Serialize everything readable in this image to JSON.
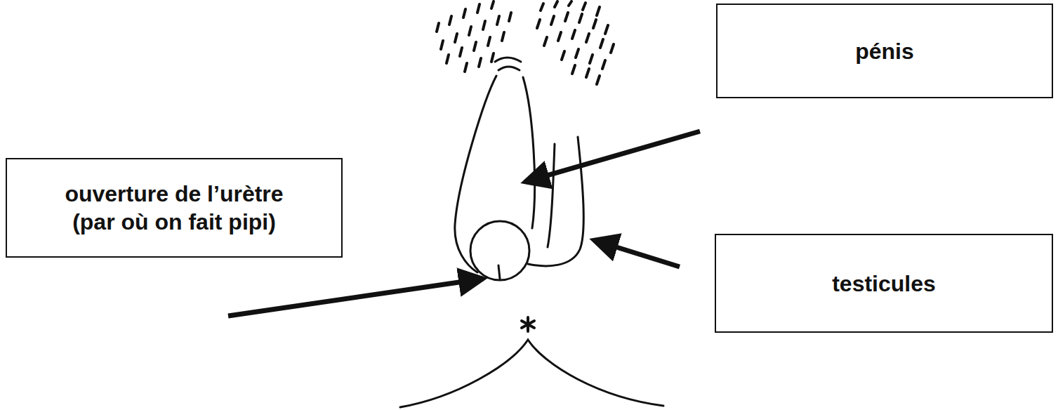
{
  "diagram": {
    "nodes": [
      {
        "text": [
          "pénis"
        ]
      },
      {
        "text": [
          "ouverture de l’urètre (par où on fait pipi)"
        ]
      },
      {
        "text": [
          "testicules"
        ]
      }
    ]
  }
}
